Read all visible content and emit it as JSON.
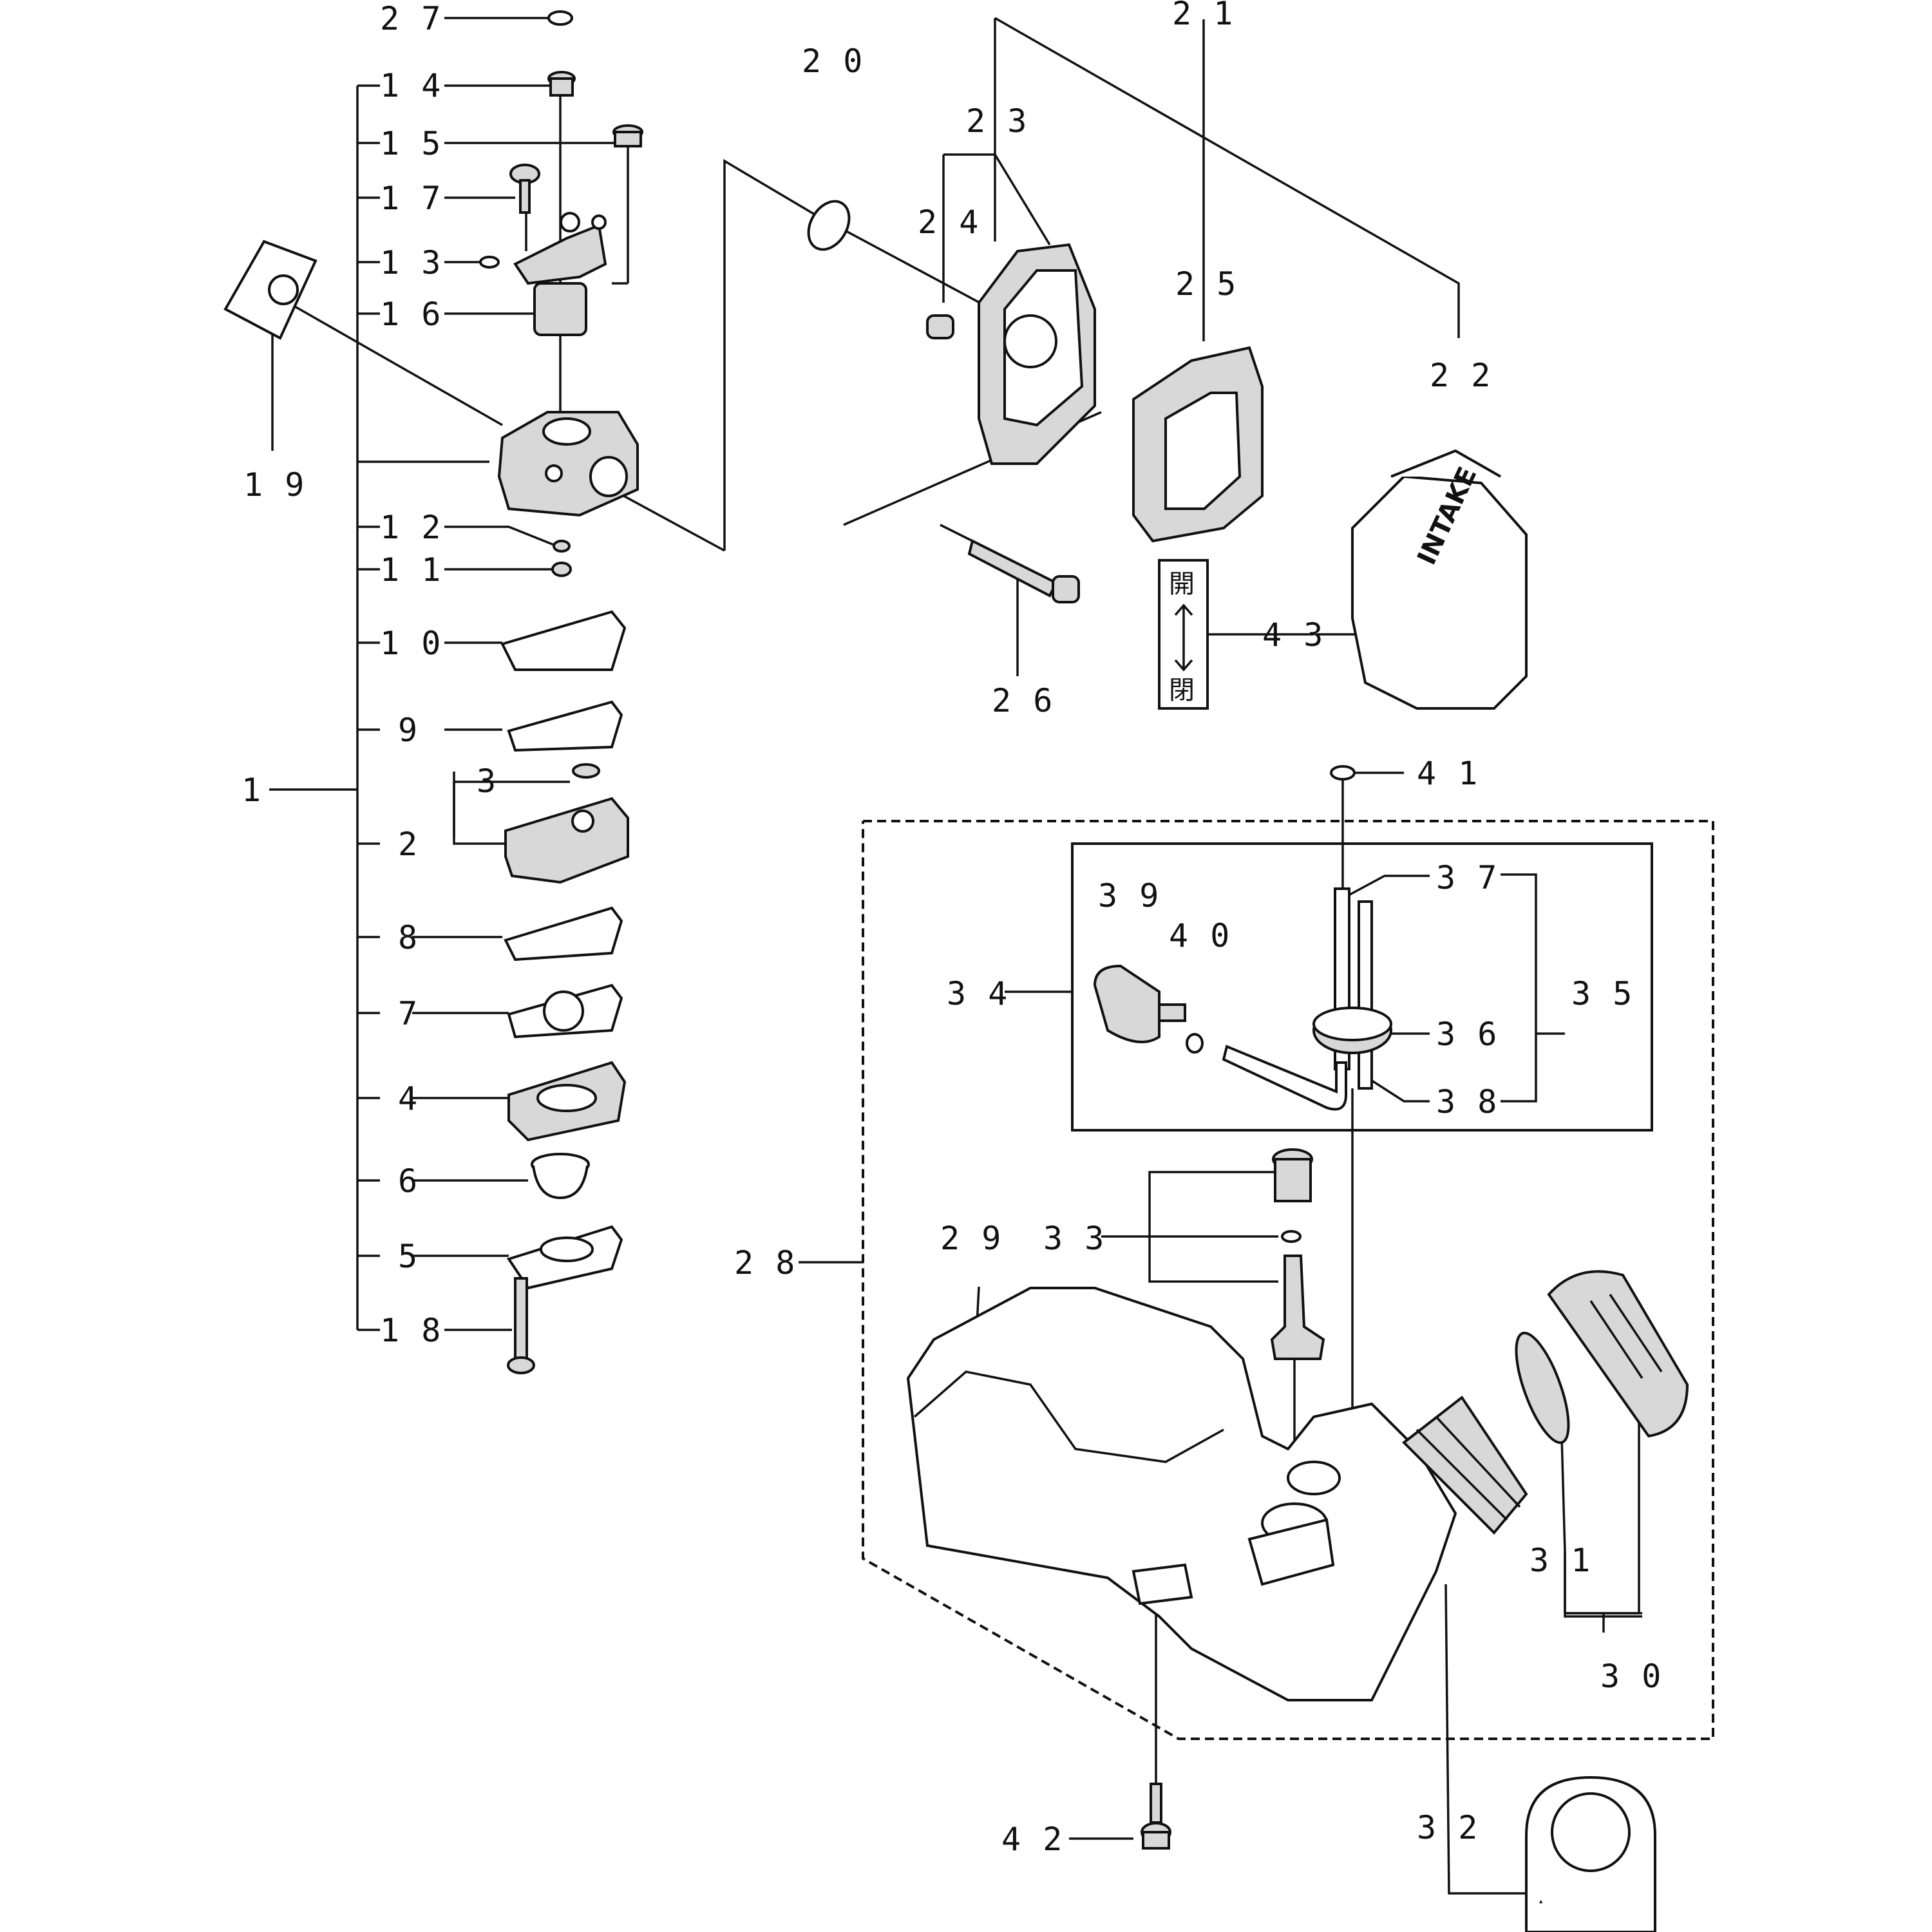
{
  "labels": {
    "l1": "1",
    "l2": "2",
    "l3": "3",
    "l4": "4",
    "l5": "5",
    "l6": "6",
    "l7": "7",
    "l8": "8",
    "l9": "9",
    "l10": "1 0",
    "l11": "1 1",
    "l12": "1 2",
    "l13": "1 3",
    "l14": "1 4",
    "l15": "1 5",
    "l16": "1 6",
    "l17": "1 7",
    "l18": "1 8",
    "l19": "1 9",
    "l20": "2 0",
    "l21": "2 1",
    "l22": "2 2",
    "l23": "2 3",
    "l24": "2 4",
    "l25": "2 5",
    "l26": "2 6",
    "l27": "2 7",
    "l28": "2 8",
    "l29": "2 9",
    "l30": "3 0",
    "l31": "3 1",
    "l32": "3 2",
    "l33": "3 3",
    "l34": "3 4",
    "l35": "3 5",
    "l36": "3 6",
    "l37": "3 7",
    "l38": "3 8",
    "l39": "3 9",
    "l40": "4 0",
    "l41": "4 1",
    "l42": "4 2",
    "l43": "4 3"
  },
  "air_cover_text": "INTAKE",
  "choke_label": {
    "top": "開",
    "bottom": "閉"
  },
  "colors": {
    "line": "#111111",
    "background": "#ffffff"
  }
}
